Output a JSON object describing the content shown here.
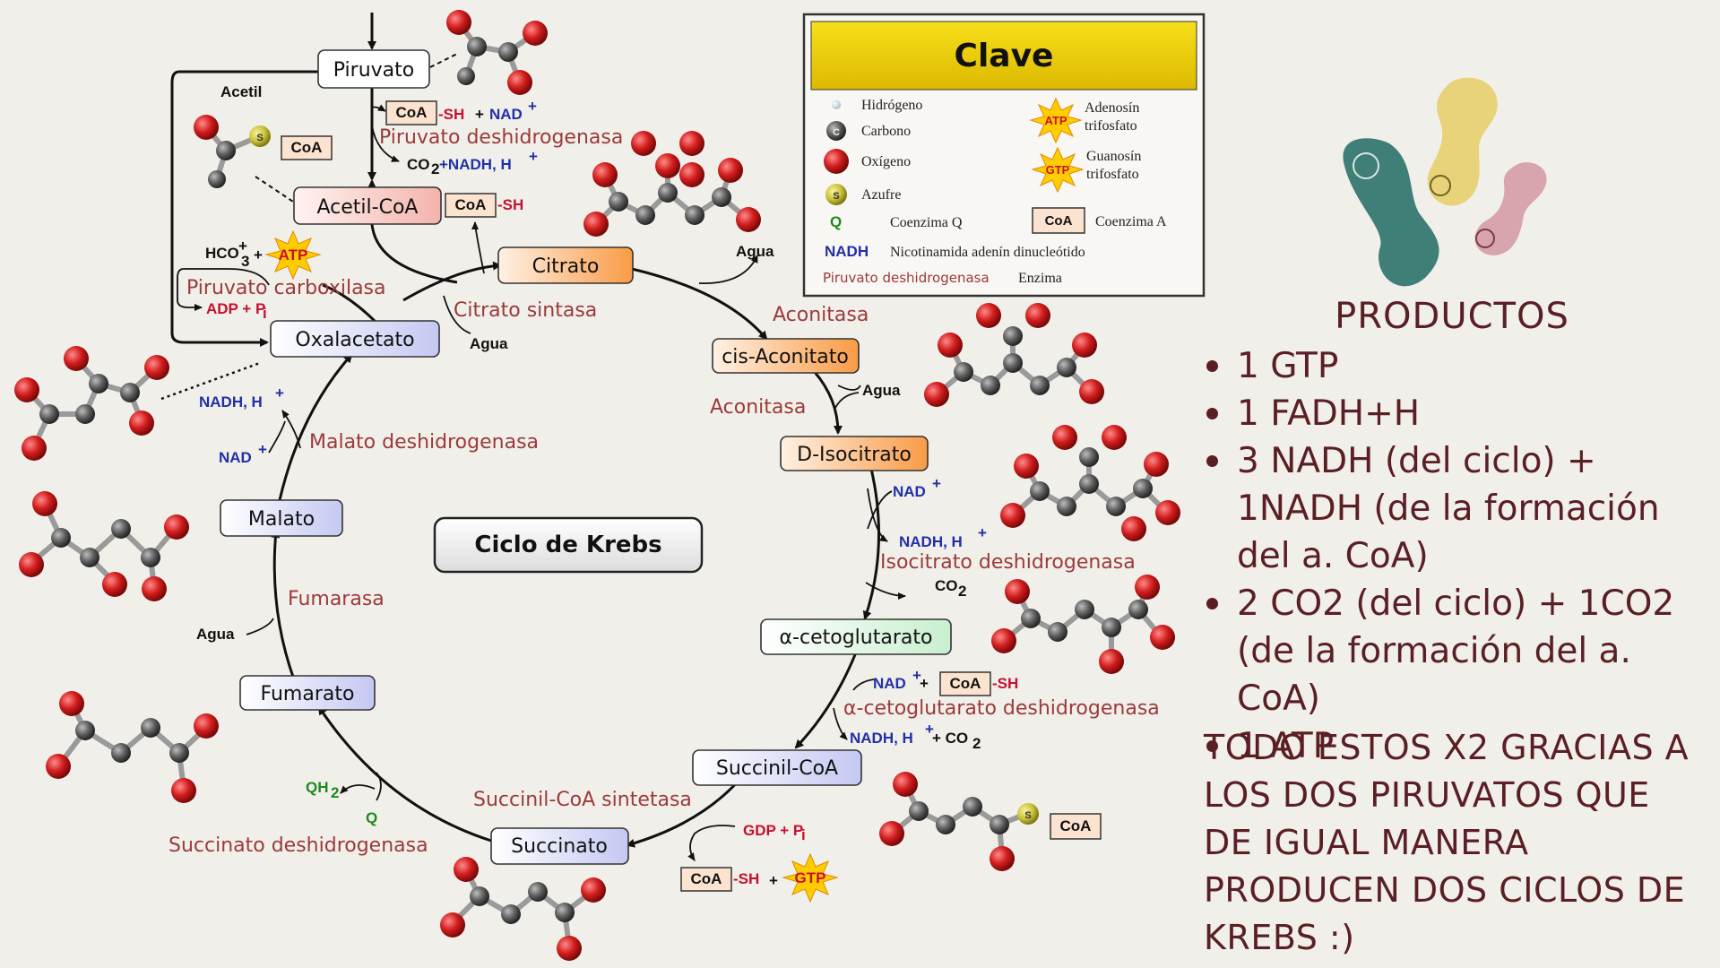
{
  "cycle_title": "Ciclo de Krebs",
  "nodes": {
    "piruvato": "Piruvato",
    "acetil_coa": "Acetil-CoA",
    "citrato": "Citrato",
    "cis_aconitato": "cis-Aconitato",
    "d_isocitrato": "D-Isocitrato",
    "alfa_cetoglutarato": "α-cetoglutarato",
    "succinil_coa": "Succinil-CoA",
    "succinato": "Succinato",
    "fumarato": "Fumarato",
    "malato": "Malato",
    "oxalacetato": "Oxalacetato"
  },
  "enzymes": {
    "piruvato_deshidrogenasa": "Piruvato deshidrogenasa",
    "piruvato_carboxilasa": "Piruvato carboxilasa",
    "citrato_sintasa": "Citrato sintasa",
    "aconitasa_1": "Aconitasa",
    "aconitasa_2": "Aconitasa",
    "isocitrato_deshidrogenasa": "Isocitrato deshidrogenasa",
    "alfa_cetoglutarato_deshidrogenasa": "α-cetoglutarato deshidrogenasa",
    "succinil_coa_sintetasa": "Succinil-CoA sintetasa",
    "succinato_deshidrogenasa": "Succinato deshidrogenasa",
    "fumarasa": "Fumarasa",
    "malato_deshidrogenasa": "Malato deshidrogenasa"
  },
  "labels": {
    "acetil": "Acetil",
    "coa": "CoA",
    "sh": "-SH",
    "plus": "+",
    "nad": "NAD",
    "sup_plus": "+",
    "co2_nadh": "CO",
    "co2_nadh_rest": "+NADH, H",
    "hco3": "HCO",
    "atp": "ATP",
    "adp_pi": "ADP + P",
    "agua": "Agua",
    "nadh_h": "NADH, H",
    "co2": "CO",
    "nadh_h_co2": "NADH, H",
    "plus_co2": "+ CO",
    "gdp_pi": "GDP + P",
    "gtp": "GTP",
    "qh2": "QH",
    "q": "Q",
    "s": "S",
    "c": "C",
    "sub_2": "2",
    "sub_3": "3",
    "sub_i": "i"
  },
  "key": {
    "title": "Clave",
    "hidrogeno": "Hidrógeno",
    "carbono": "Carbono",
    "oxigeno": "Oxígeno",
    "azufre": "Azufre",
    "coenzima_q": "Coenzima Q",
    "coenzima_a": "Coenzima A",
    "nadh_symbol": "NADH",
    "nadh_desc": "Nicotinamida adenín dinucleótido",
    "enzima_example": "Piruvato deshidrogenasa",
    "enzima": "Enzima",
    "adenosin": "Adenosín",
    "guanosin": "Guanosín",
    "trifosfato": "trifosfato",
    "q_symbol": "Q",
    "s_symbol": "S",
    "c_symbol": "C",
    "atp_symbol": "ATP",
    "gtp_symbol": "GTP",
    "coa_symbol": "CoA"
  },
  "products": {
    "title": "PRODUCTOS",
    "items": [
      "1 GTP",
      "1 FADH+H",
      "3  NADH (del ciclo) + 1NADH (de la formación del a. CoA)",
      "2 CO2 (del ciclo) + 1CO2 (de la formación del a. CoA)",
      "1 ATP"
    ]
  },
  "footer_note": "TODO ESTOS X2  GRACIAS A LOS DOS PIRUVATOS QUE DE IGUAL MANERA PRODUCEN DOS CICLOS DE KREBS :)",
  "colors": {
    "background": "#f1efea",
    "products_text": "#5a1f24",
    "enzyme_text": "#9b3a3a",
    "key_title_bg": "#f2d40a",
    "oxygen": "#d21d1d",
    "carbon": "#555555",
    "sulfur": "#c9c23a"
  }
}
